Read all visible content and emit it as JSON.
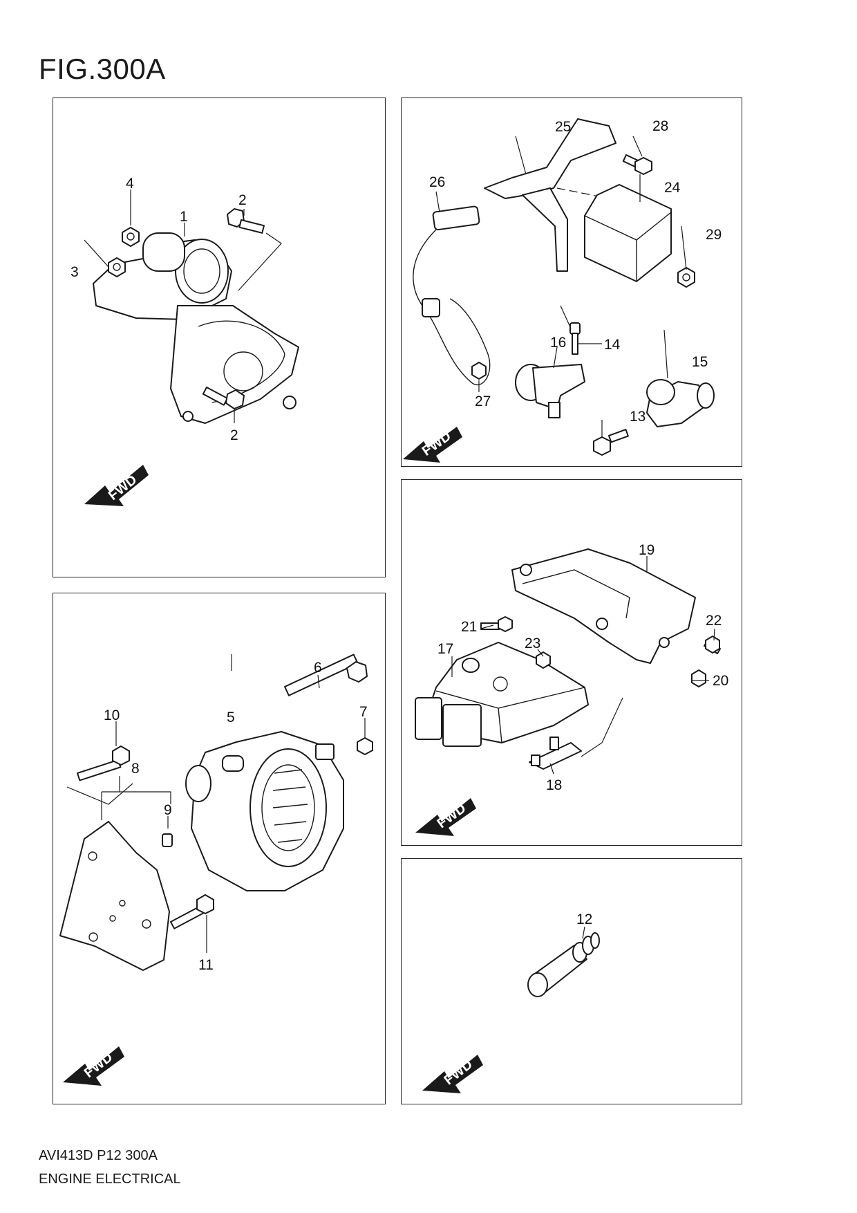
{
  "figure": {
    "title": "FIG.300A"
  },
  "fwd_label": "FWD",
  "panels": {
    "starter": {
      "callouts": [
        "1",
        "2",
        "2",
        "3",
        "4"
      ]
    },
    "alternator": {
      "callouts": [
        "5",
        "6",
        "7",
        "8",
        "9",
        "10",
        "11"
      ]
    },
    "sensors": {
      "callouts": [
        "13",
        "14",
        "15",
        "16",
        "24",
        "25",
        "26",
        "27",
        "28",
        "29"
      ]
    },
    "ecm": {
      "callouts": [
        "17",
        "18",
        "19",
        "20",
        "21",
        "22",
        "23"
      ]
    },
    "switch": {
      "callouts": [
        "12"
      ]
    }
  },
  "footer": {
    "code": "AVI413D P12 300A",
    "caption": "ENGINE ELECTRICAL"
  }
}
